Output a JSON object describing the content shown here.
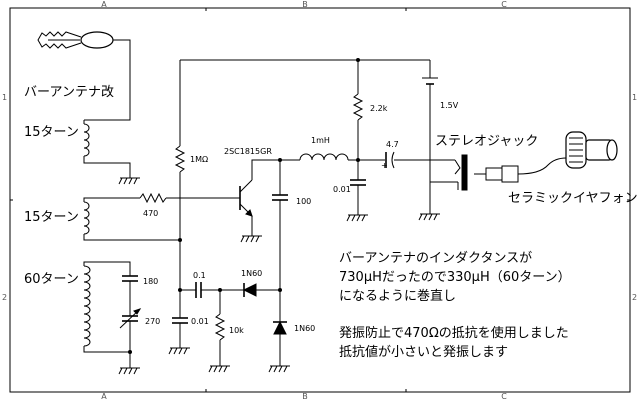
{
  "border": {
    "top_labels": [
      "A",
      "B",
      "C"
    ],
    "bottom_labels": [
      "A",
      "B",
      "C"
    ],
    "left_labels": [
      "1",
      "2"
    ],
    "right_labels": [
      "1",
      "2"
    ]
  },
  "labels": {
    "bar_antenna": "バーアンテナ改",
    "coil_top": "15ターン",
    "coil_mid": "15ターン",
    "coil_bottom": "60ターン",
    "transistor": "2SC1815GR",
    "r_1m": "1MΩ",
    "r_470": "470",
    "r_2k2": "2.2k",
    "r_10k": "10k",
    "inductor": "1mH",
    "cap_47": "4.7",
    "cap_001_top": "0.01",
    "cap_100": "100",
    "cap_180": "180",
    "cap_270": "270",
    "cap_01": "0.1",
    "cap_001_bottom": "0.01",
    "diode_1": "1N60",
    "diode_2": "1N60",
    "battery": "1.5V",
    "stereo_jack": "ステレオジャック",
    "earphone": "セラミックイヤフォン"
  },
  "notes": {
    "line1": "バーアンテナのインダクタンスが",
    "line2": "730μHだったので330μH（60ターン）",
    "line3": "になるように巻直し",
    "line4": "発振防止で470Ωの抵抗を使用しました",
    "line5": "抵抗値が小さいと発振します"
  }
}
